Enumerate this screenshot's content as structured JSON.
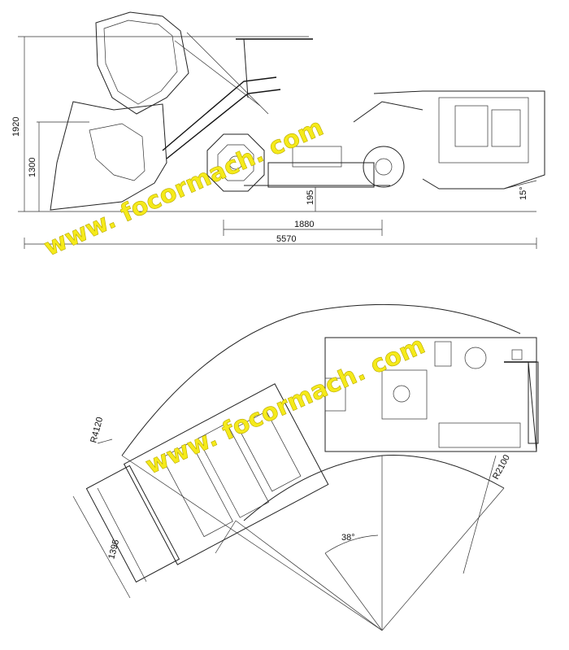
{
  "top_view_dimensions": {
    "height_total": "1920",
    "height_mid": "1300",
    "ground_clearance": "195",
    "wheelbase": "1880",
    "length_total": "5570",
    "departure_angle": "15°"
  },
  "plan_view_dimensions": {
    "outer_radius": "R4120",
    "inner_radius": "R2100",
    "articulation_angle": "38°",
    "bucket_width": "1395"
  },
  "watermark": {
    "text": "www. focormach. com",
    "color": "#f5ea1a"
  },
  "colors": {
    "line": "#222222",
    "background": "#ffffff"
  }
}
